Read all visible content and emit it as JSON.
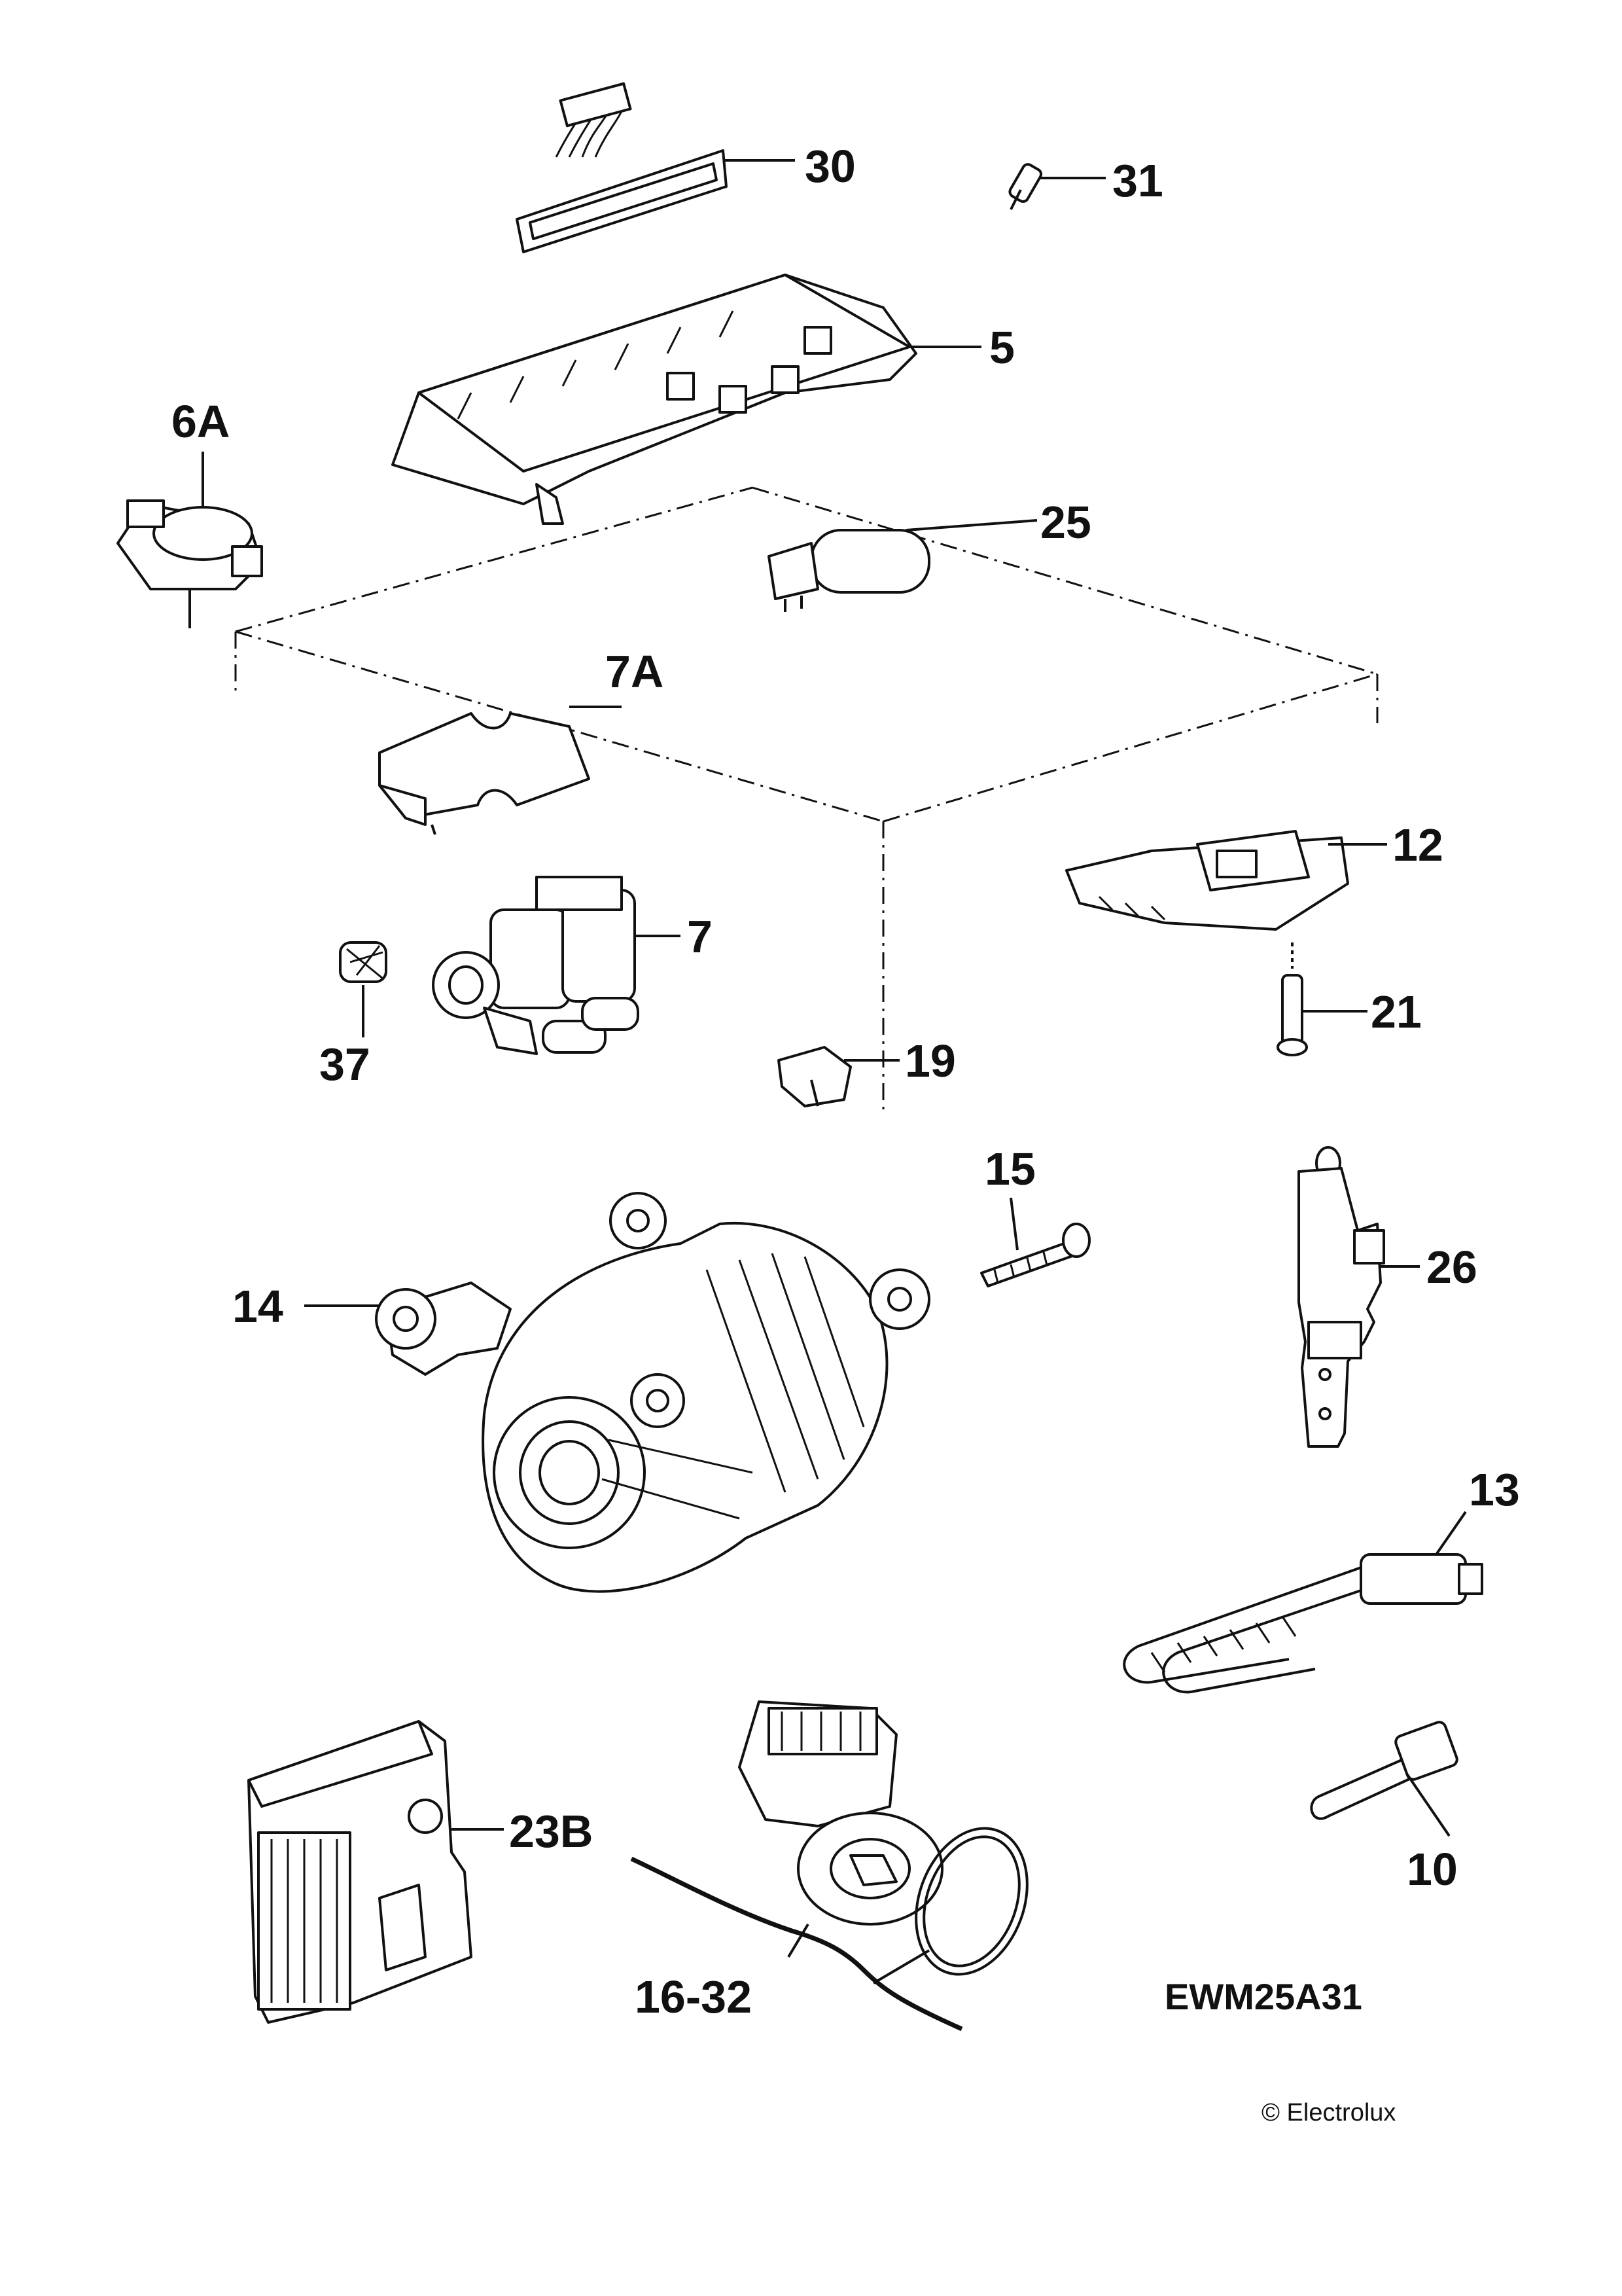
{
  "diagram": {
    "model_code": "EWM25A31",
    "copyright": "© Electrolux",
    "callouts": {
      "c30": "30",
      "c31": "31",
      "c5": "5",
      "c6A": "6A",
      "c25": "25",
      "c7A": "7A",
      "c12": "12",
      "c7": "7",
      "c37": "37",
      "c21": "21",
      "c19": "19",
      "c15": "15",
      "c14": "14",
      "c26": "26",
      "c13": "13",
      "c23B": "23B",
      "c10": "10",
      "c16_32": "16-32"
    }
  }
}
